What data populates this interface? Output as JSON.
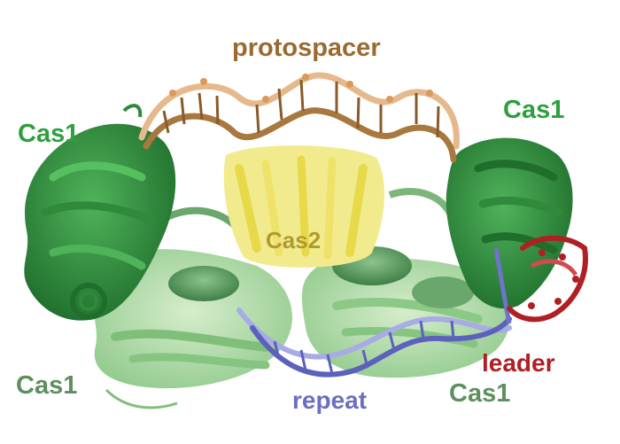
{
  "labels": {
    "protospacer": "protospacer",
    "cas1_top_left": "Cas1",
    "cas1_top_right": "Cas1",
    "cas2": "Cas2",
    "cas1_bottom_left": "Cas1",
    "cas1_bottom_right": "Cas1",
    "repeat": "repeat",
    "leader": "leader"
  },
  "colors": {
    "protospacer": "#9a6a30",
    "protospacer_dna_light": "#e6b98c",
    "protospacer_dna_dark": "#a8783f",
    "cas1_dark_green": "#2e8b3e",
    "cas1_medium_green": "#4f9a5a",
    "cas1_light_green": "#a9d8a2",
    "cas2_yellow": "#f0e46a",
    "cas2_label": "#b09a30",
    "repeat_blue": "#6f73c9",
    "repeat_label": "#6a6fc2",
    "leader_red": "#b01f24",
    "cas1_label_green": "#2e9e3e",
    "cas1_label_medium": "#5e8f5e"
  }
}
